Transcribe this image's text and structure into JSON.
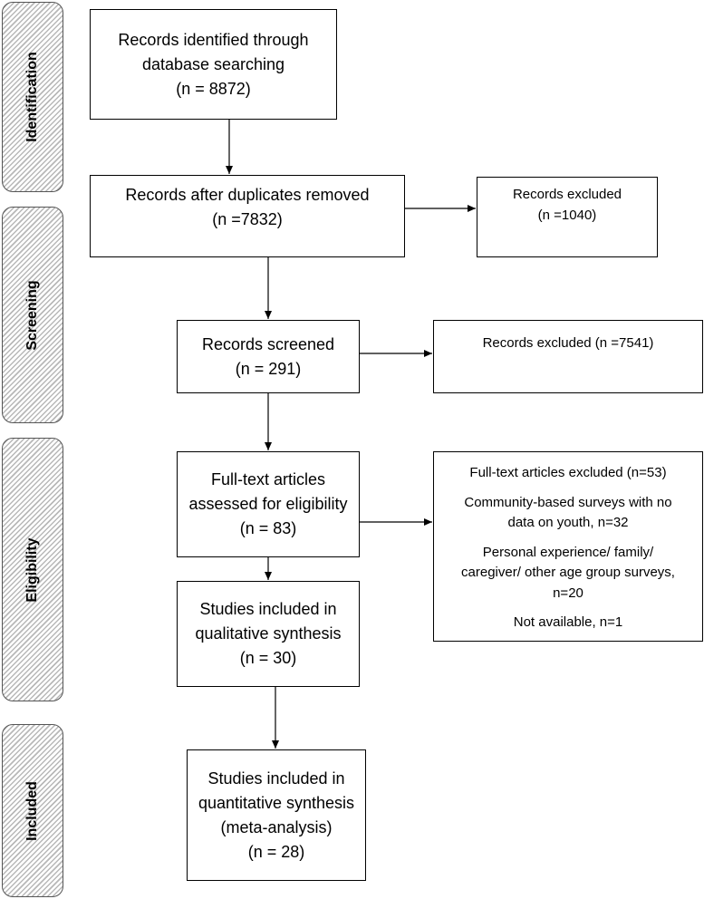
{
  "phases": {
    "identification": "Identification",
    "screening": "Screening",
    "eligibility": "Eligibility",
    "included": "Included"
  },
  "boxes": {
    "identified": {
      "line1": "Records identified through",
      "line2": "database searching",
      "line3": "(n = 8872)"
    },
    "duplicates_removed": {
      "line1": "Records after duplicates removed",
      "line2": "(n =7832)"
    },
    "excluded_1": {
      "line1": "Records excluded",
      "line2": "(n =1040)"
    },
    "screened": {
      "line1": "Records screened",
      "line2": "(n = 291)"
    },
    "excluded_2": {
      "line1": "Records excluded (n =7541)"
    },
    "fulltext_assessed": {
      "line1": "Full-text articles",
      "line2": "assessed for eligibility",
      "line3": "(n = 83)"
    },
    "fulltext_excluded": {
      "title": "Full-text articles excluded (n=53)",
      "reason1_line1": "Community-based surveys with no",
      "reason1_line2": "data on youth, n=32",
      "reason2_line1": "Personal experience/ family/",
      "reason2_line2": "caregiver/ other age group surveys,",
      "reason2_line3": "n=20",
      "reason3": "Not available, n=1"
    },
    "qualitative": {
      "line1": "Studies included in",
      "line2": "qualitative synthesis",
      "line3": "(n = 30)"
    },
    "quantitative": {
      "line1": "Studies included in",
      "line2": "quantitative synthesis",
      "line3": "(meta-analysis)",
      "line4": "(n = 28)"
    }
  }
}
